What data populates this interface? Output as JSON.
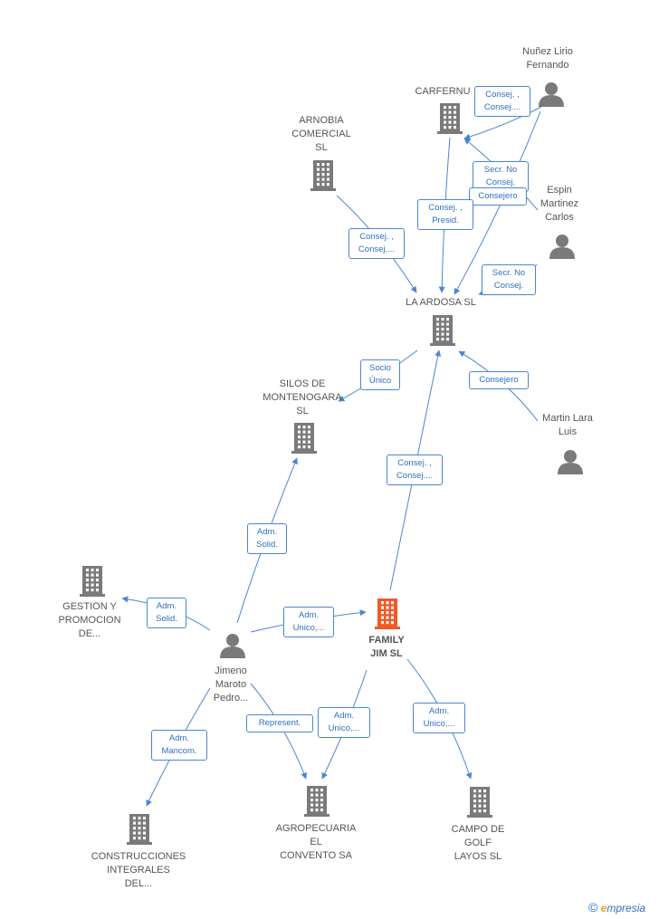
{
  "colors": {
    "edge": "#4a86d4",
    "node": "#7a7a7a",
    "highlight": "#f0592a"
  },
  "nodes": [
    {
      "id": "nunez",
      "type": "person",
      "label": "Nuñez Lirio\nFernando"
    },
    {
      "id": "carfernu",
      "type": "company",
      "label": "CARFERNU"
    },
    {
      "id": "arnobia",
      "type": "company",
      "label": "ARNOBIA\nCOMERCIAL\nSL"
    },
    {
      "id": "espin",
      "type": "person",
      "label": "Espin\nMartinez\nCarlos"
    },
    {
      "id": "ardosa",
      "type": "company",
      "label": "LA ARDOSA SL"
    },
    {
      "id": "silos",
      "type": "company",
      "label": "SILOS DE\nMONTENOGARA\nSL"
    },
    {
      "id": "martin",
      "type": "person",
      "label": "Martin Lara\nLuis"
    },
    {
      "id": "gestion",
      "type": "company",
      "label": "GESTION Y\nPROMOCION\nDE..."
    },
    {
      "id": "family",
      "type": "company",
      "highlight": true,
      "label": "FAMILY\nJIM  SL"
    },
    {
      "id": "jimeno",
      "type": "person",
      "label": "Jimeno\nMaroto\nPedro..."
    },
    {
      "id": "agro",
      "type": "company",
      "label": "AGROPECUARIA\nEL\nCONVENTO SA"
    },
    {
      "id": "campo",
      "type": "company",
      "label": "CAMPO DE\nGOLF\nLAYOS  SL"
    },
    {
      "id": "constr",
      "type": "company",
      "label": "CONSTRUCCIONES\nINTEGRALES\nDEL..."
    }
  ],
  "edges": [
    {
      "from": "nunez",
      "to": "carfernu",
      "label": "Consej. ,\nConsej...."
    },
    {
      "from": "espin",
      "to": "carfernu",
      "label": "Secr.  No\nConsej."
    },
    {
      "from": "nunez",
      "to": "ardosa",
      "label": "Consejero"
    },
    {
      "from": "carfernu",
      "to": "ardosa",
      "label": "Consej. ,\nPresid."
    },
    {
      "from": "arnobia",
      "to": "ardosa",
      "label": "Consej. ,\nConsej...."
    },
    {
      "from": "espin",
      "to": "ardosa",
      "label": "Secr.  No\nConsej."
    },
    {
      "from": "ardosa",
      "to": "silos",
      "label": "Socio\nÚnico"
    },
    {
      "from": "martin",
      "to": "ardosa",
      "label": "Consejero"
    },
    {
      "from": "family",
      "to": "ardosa",
      "label": "Consej. ,\nConsej...."
    },
    {
      "from": "jimeno",
      "to": "silos",
      "label": "Adm.\nSolid."
    },
    {
      "from": "jimeno",
      "to": "gestion",
      "label": "Adm.\nSolid."
    },
    {
      "from": "jimeno",
      "to": "family",
      "label": "Adm.\nUnico,..."
    },
    {
      "from": "jimeno",
      "to": "constr",
      "label": "Adm.\nMancom."
    },
    {
      "from": "jimeno",
      "to": "agro",
      "label": "Represent."
    },
    {
      "from": "family",
      "to": "agro",
      "label": "Adm.\nUnico,..."
    },
    {
      "from": "family",
      "to": "campo",
      "label": "Adm.\nUnico,..."
    }
  ],
  "footer": {
    "copyright": "©",
    "brand_first": "e",
    "brand_rest": "mpresia"
  }
}
